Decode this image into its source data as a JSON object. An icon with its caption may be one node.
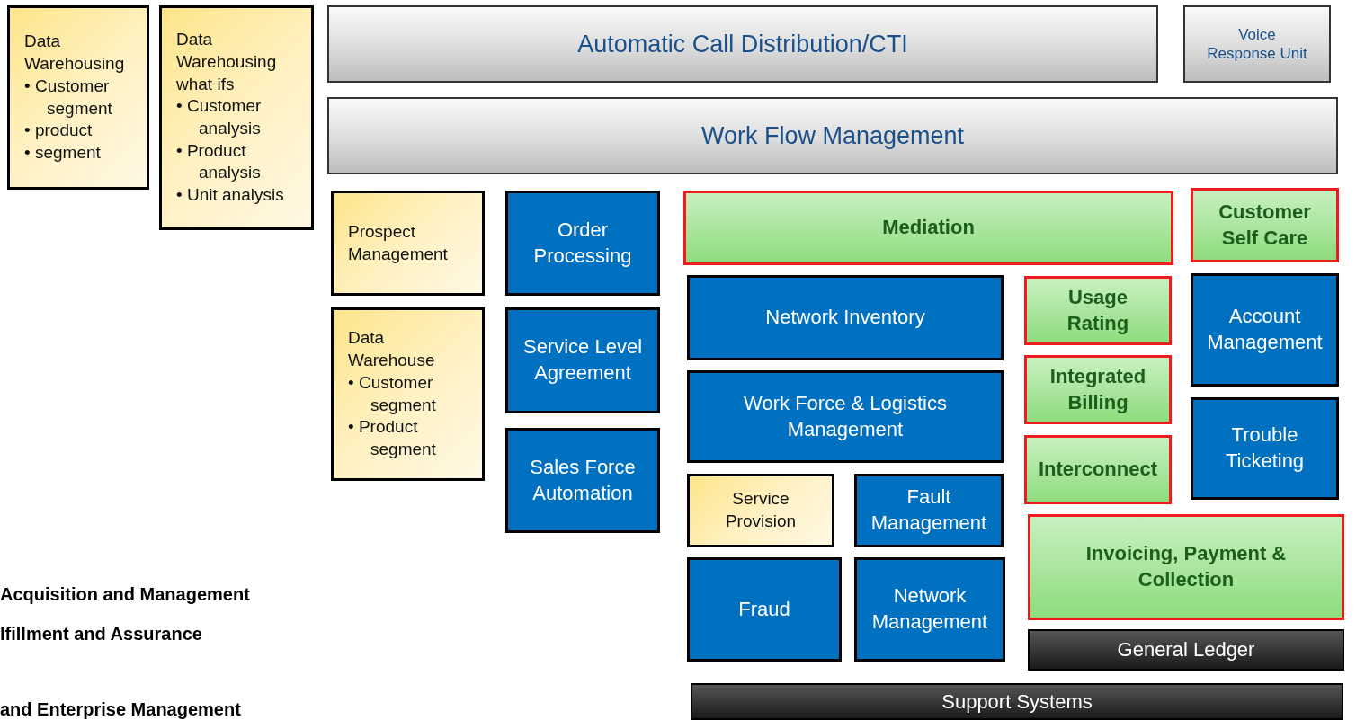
{
  "diagram": {
    "nodes": [
      {
        "text": [
          "Data Warehousing",
          "• Customer segment",
          "• product",
          "• segment"
        ]
      },
      {
        "text": [
          "Data Warehousing what ifs",
          "• Customer analysis",
          "• Product analysis",
          "• Unit analysis"
        ]
      },
      {
        "text": [
          "Automatic Call Distribution/CTI"
        ]
      },
      {
        "text": [
          "Voice Response Unit"
        ]
      },
      {
        "text": [
          "Work Flow Management"
        ]
      },
      {
        "text": [
          "Prospect Management"
        ]
      },
      {
        "text": [
          "Order Processing"
        ]
      },
      {
        "text": [
          "Mediation"
        ]
      },
      {
        "text": [
          "Customer Self Care"
        ]
      },
      {
        "text": [
          "Data Warehouse",
          "• Customer segment",
          "• Product segment"
        ]
      },
      {
        "text": [
          "Service Level Agreement"
        ]
      },
      {
        "text": [
          "Network Inventory"
        ]
      },
      {
        "text": [
          "Usage Rating"
        ]
      },
      {
        "text": [
          "Account Management"
        ]
      },
      {
        "text": [
          "Integrated Billing"
        ]
      },
      {
        "text": [
          "Work Force & Logistics Management"
        ]
      },
      {
        "text": [
          "Sales Force Automation"
        ]
      },
      {
        "text": [
          "Interconnect"
        ]
      },
      {
        "text": [
          "Trouble Ticketing"
        ]
      },
      {
        "text": [
          "Service Provision"
        ]
      },
      {
        "text": [
          "Fault Management"
        ]
      },
      {
        "text": [
          "Invoicing, Payment & Collection"
        ]
      },
      {
        "text": [
          "Fraud"
        ]
      },
      {
        "text": [
          "Network Management"
        ]
      },
      {
        "text": [
          "General Ledger"
        ]
      },
      {
        "text": [
          "Support Systems"
        ]
      }
    ],
    "labels": [
      "Acquisition and Management",
      "lfillment and Assurance",
      "and Enterprise Management"
    ]
  }
}
